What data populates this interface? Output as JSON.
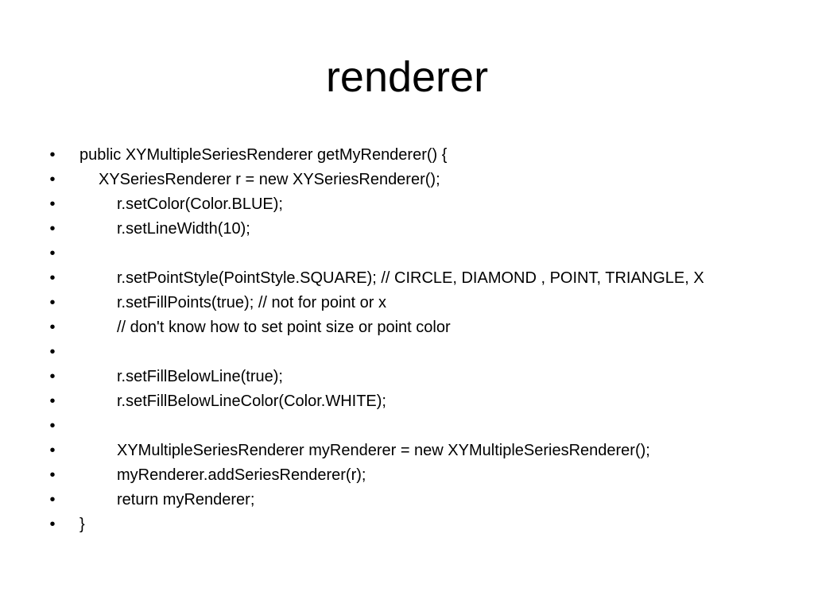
{
  "slide": {
    "title": "renderer",
    "bullet_mark": "•",
    "lines": [
      {
        "text": "public XYMultipleSeriesRenderer getMyRenderer() {"
      },
      {
        "text": "XYSeriesRenderer r = new XYSeriesRenderer();"
      },
      {
        "text": "r.setColor(Color.BLUE);"
      },
      {
        "text": "r.setLineWidth(10);"
      },
      {
        "text": ""
      },
      {
        "text": "r.setPointStyle(PointStyle.SQUARE); // CIRCLE, DIAMOND , POINT, TRIANGLE, X"
      },
      {
        "text": "r.setFillPoints(true); // not for point or x"
      },
      {
        "text": "// don't know how to set point size or point color"
      },
      {
        "text": ""
      },
      {
        "text": "r.setFillBelowLine(true);"
      },
      {
        "text": "r.setFillBelowLineColor(Color.WHITE);"
      },
      {
        "text": ""
      },
      {
        "text": "XYMultipleSeriesRenderer myRenderer = new XYMultipleSeriesRenderer();"
      },
      {
        "text": "myRenderer.addSeriesRenderer(r);"
      },
      {
        "text": "return myRenderer;"
      },
      {
        "text": "}"
      }
    ]
  }
}
